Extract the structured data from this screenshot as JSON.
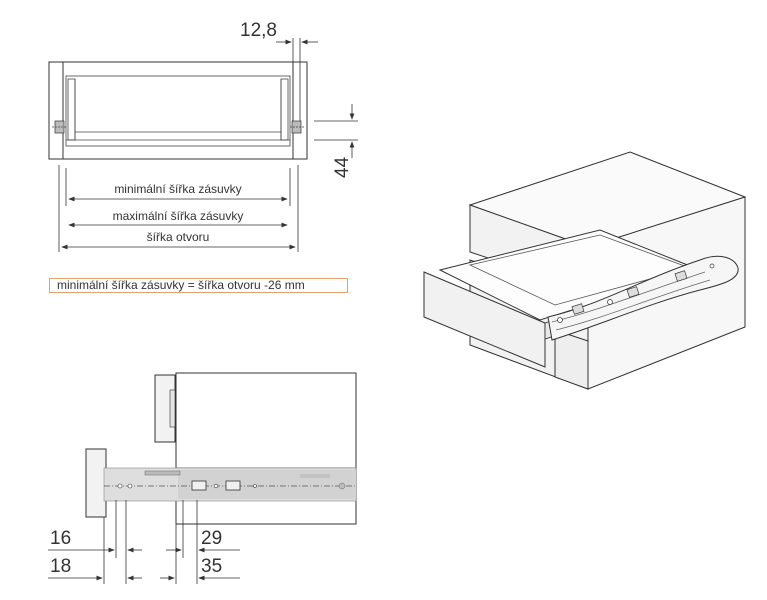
{
  "top_view": {
    "dim_top": "12,8",
    "dim_right": "44",
    "label_min_width": "minimální šířka zásuvky",
    "label_max_width": "maximální šířka zásuvky",
    "label_opening": "šířka otvoru"
  },
  "formula": {
    "text": "minimální šířka zásuvky = šířka otvoru -26 mm"
  },
  "side_view": {
    "dim_16": "16",
    "dim_18": "18",
    "dim_29": "29",
    "dim_35": "35"
  }
}
